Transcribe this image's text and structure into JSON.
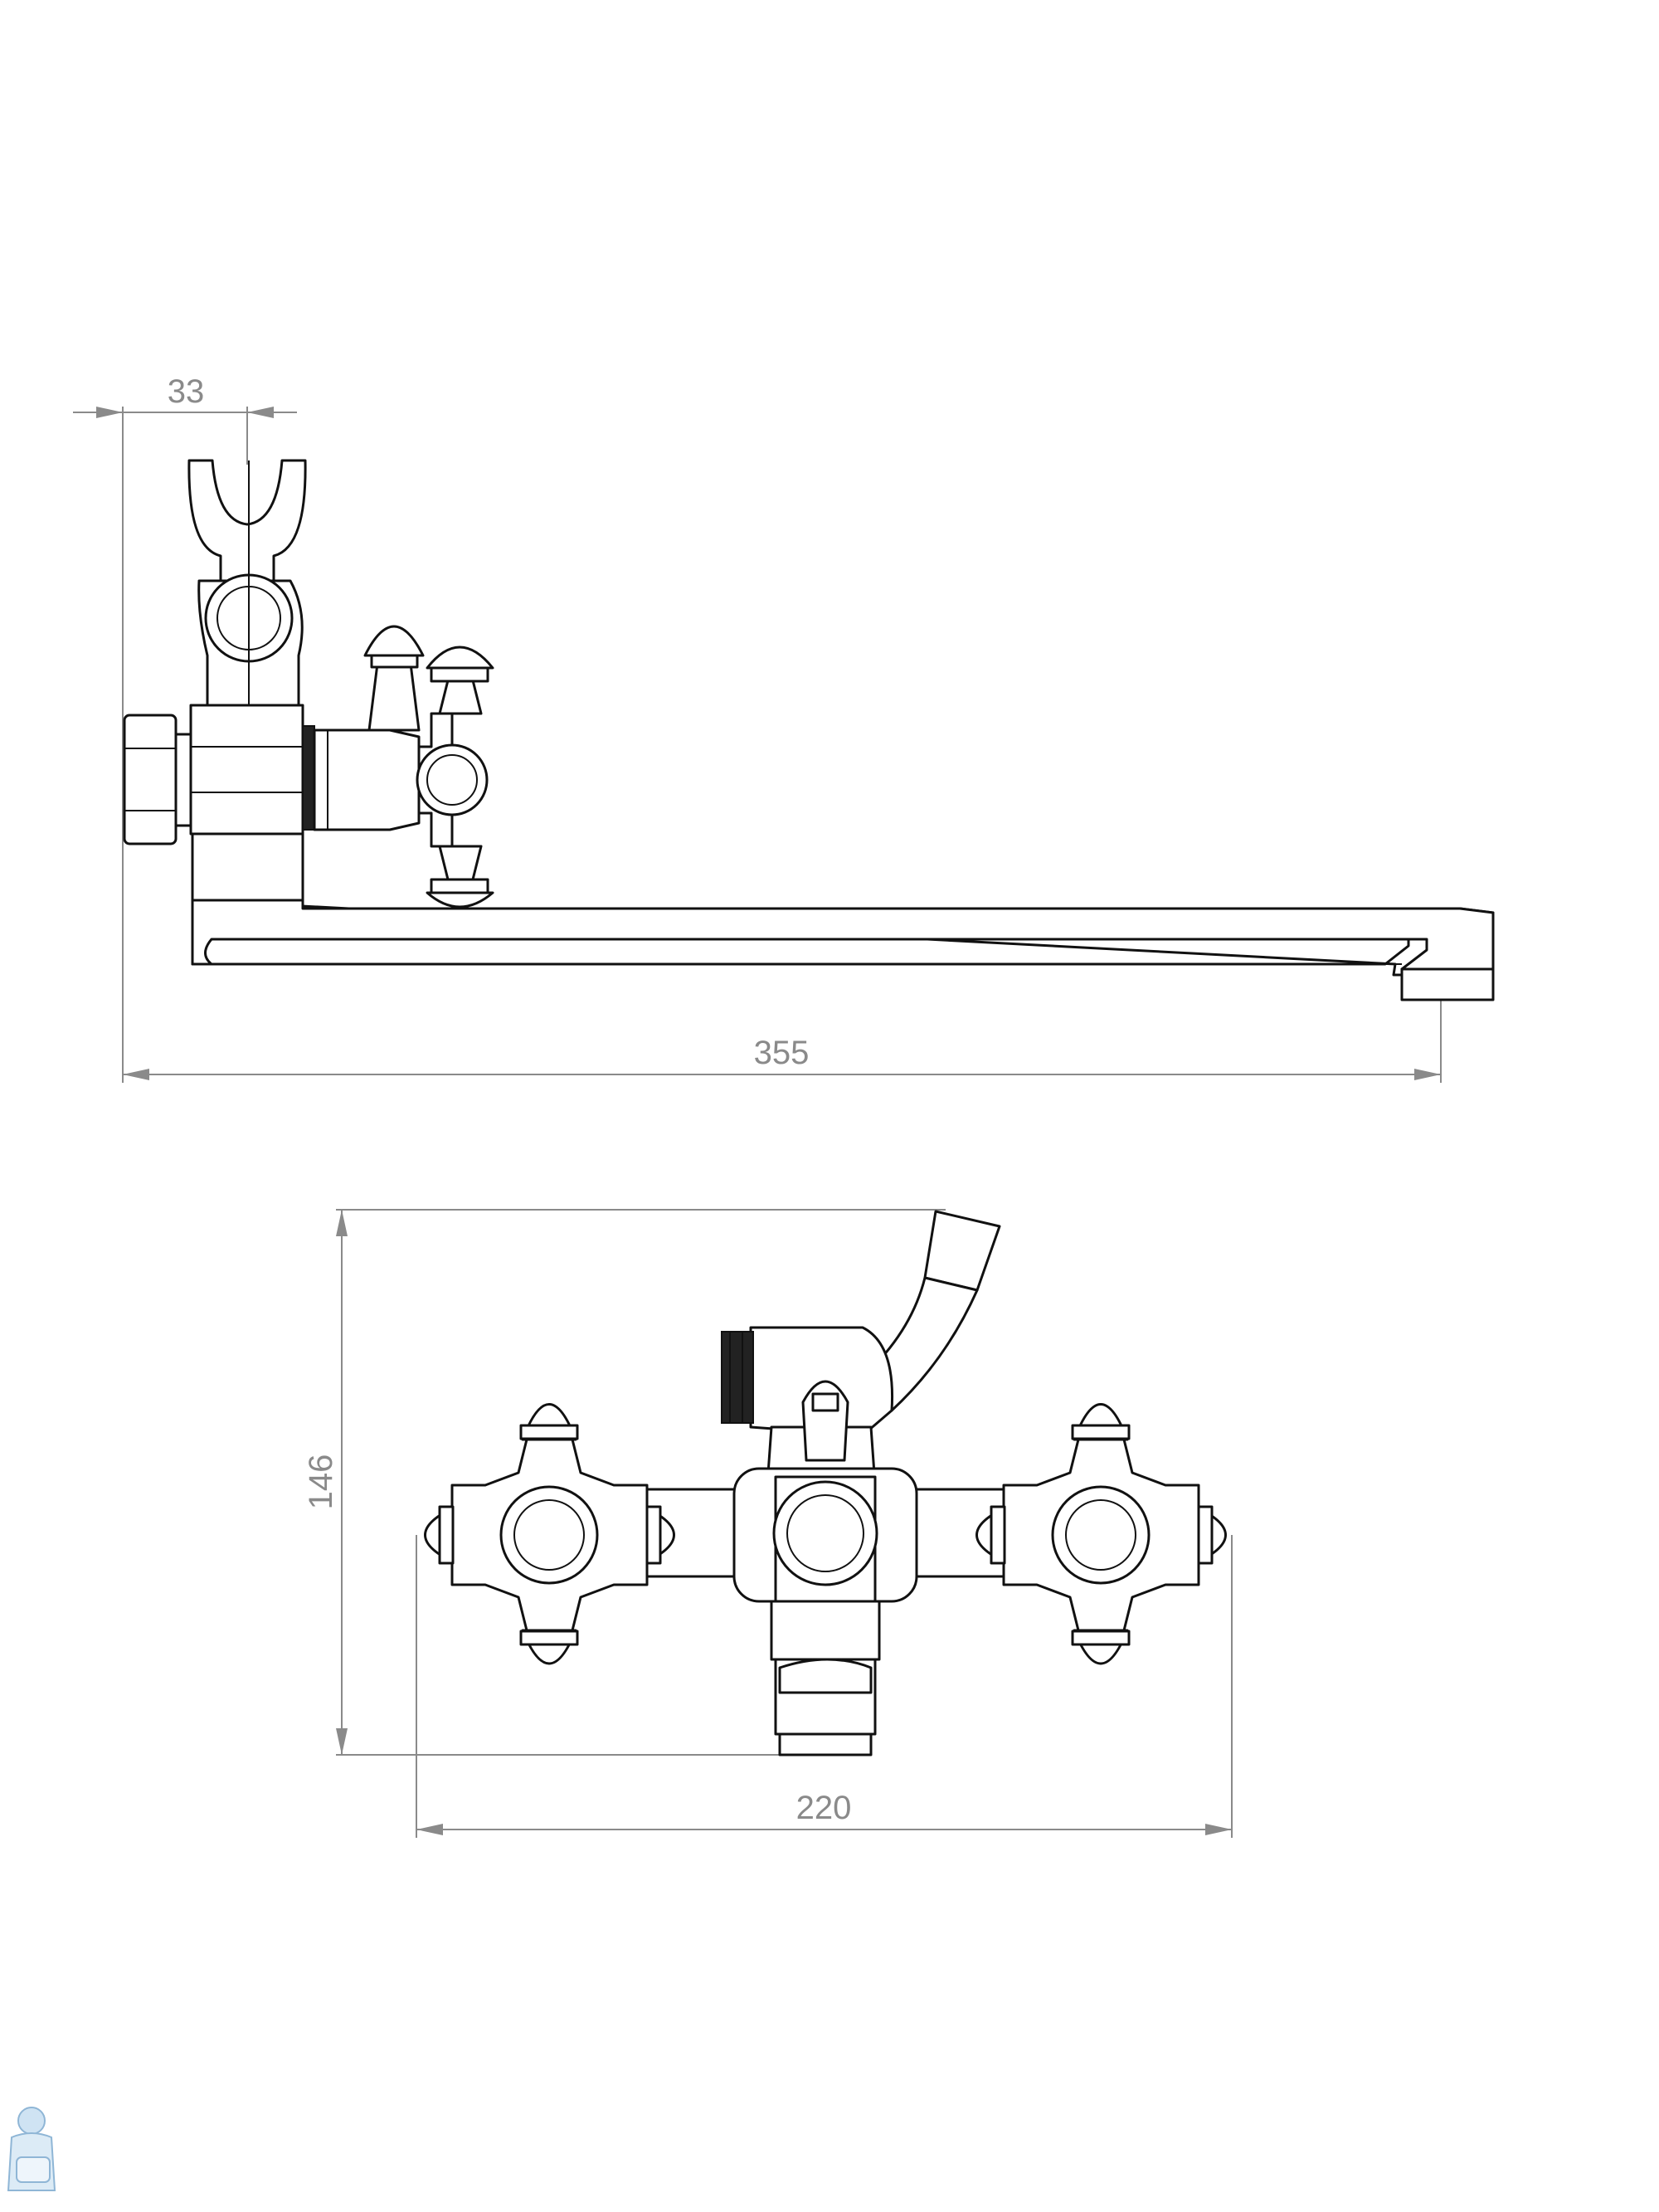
{
  "dimensions": {
    "side_view": {
      "top_width": "33",
      "total_length": "355"
    },
    "front_view": {
      "height": "146",
      "width": "220"
    }
  },
  "colors": {
    "lines": "#111111",
    "dimension_lines": "#8a8a8a",
    "background": "#ffffff"
  },
  "icons": {
    "logo": "plumber-mascot-icon"
  }
}
